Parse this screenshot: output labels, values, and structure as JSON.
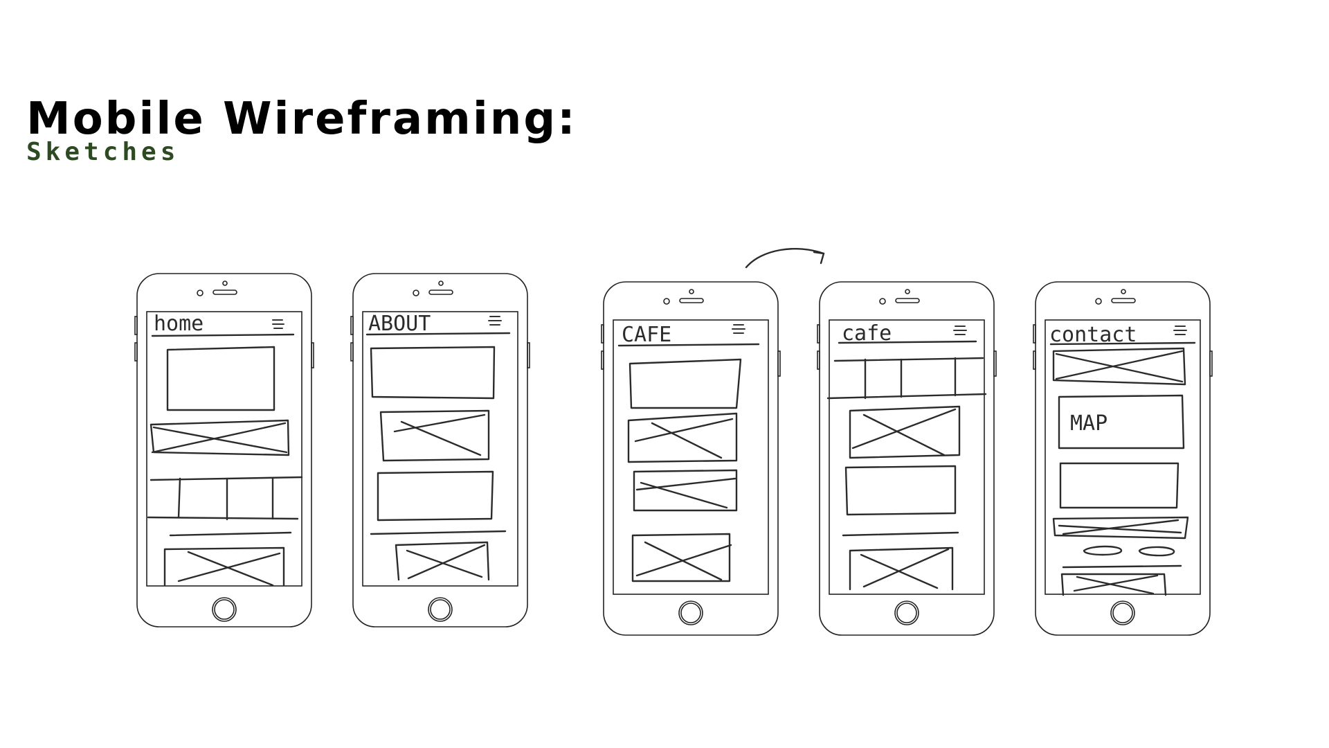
{
  "header": {
    "title": "Mobile Wireframing:",
    "subtitle": "Sketches"
  },
  "screens": [
    {
      "label": "home"
    },
    {
      "label": "ABOUT"
    },
    {
      "label": "CAFE"
    },
    {
      "label": "cafe"
    },
    {
      "label": "contact"
    }
  ],
  "map_label": "MAP",
  "colors": {
    "title": "#000000",
    "subtitle": "#2d4a22",
    "sketch": "#2b2b2b"
  }
}
